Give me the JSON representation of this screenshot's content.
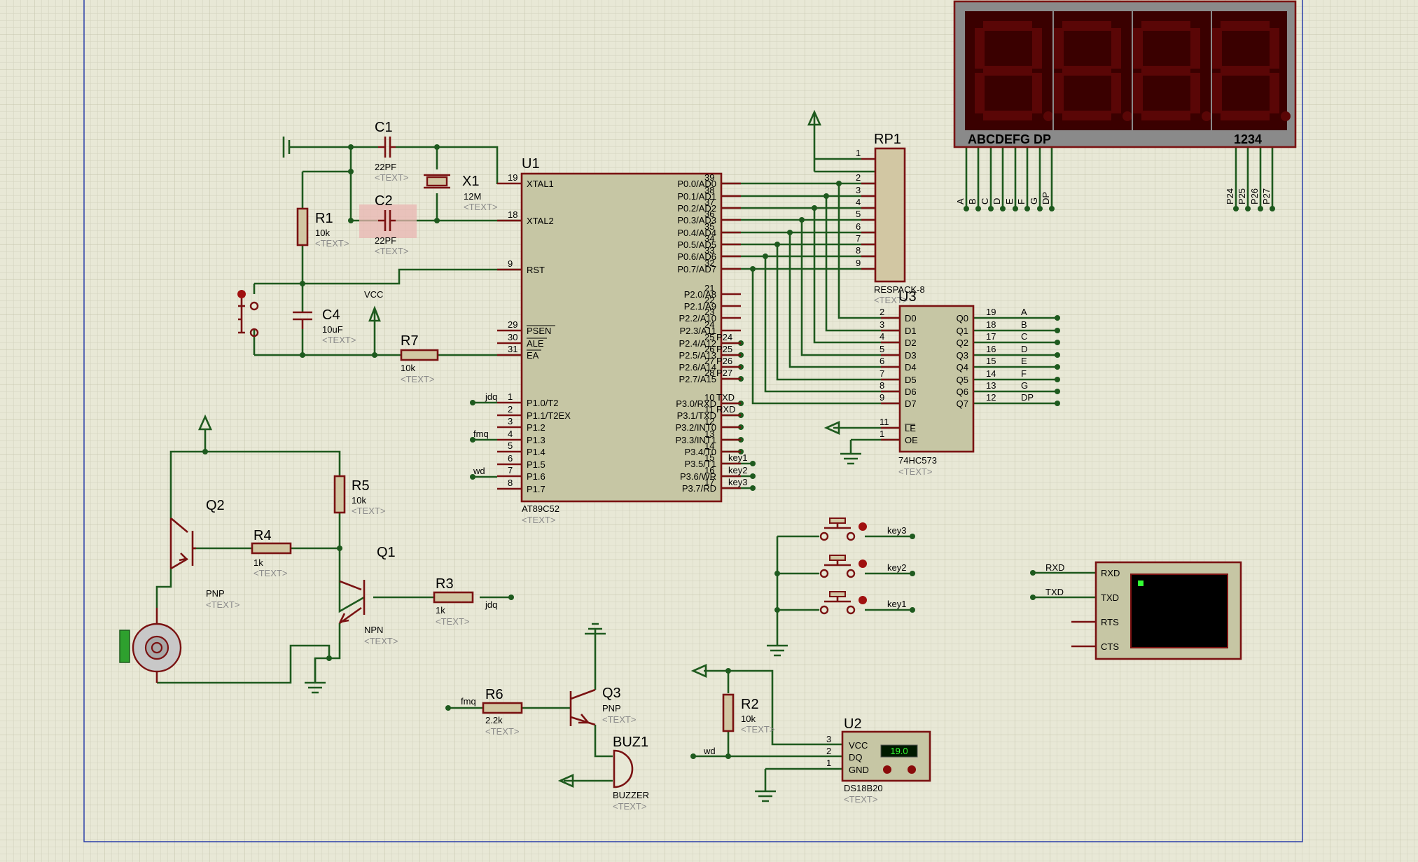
{
  "components": {
    "u1": {
      "ref": "U1",
      "part": "AT89C52",
      "text": "<TEXT>"
    },
    "c1": {
      "ref": "C1",
      "value": "22PF",
      "text": "<TEXT>"
    },
    "c2": {
      "ref": "C2",
      "value": "22PF",
      "text": "<TEXT>"
    },
    "x1": {
      "ref": "X1",
      "value": "12M",
      "text": "<TEXT>"
    },
    "r1": {
      "ref": "R1",
      "value": "10k",
      "text": "<TEXT>"
    },
    "c4": {
      "ref": "C4",
      "value": "10uF",
      "text": "<TEXT>"
    },
    "r7": {
      "ref": "R7",
      "value": "10k",
      "text": "<TEXT>"
    },
    "vcc": "VCC",
    "rp1": {
      "ref": "RP1",
      "part": "RESPACK-8",
      "text": "<TEXT>"
    },
    "u3": {
      "ref": "U3",
      "part": "74HC573",
      "text": "<TEXT>"
    },
    "q2": {
      "ref": "Q2",
      "type": "PNP",
      "text": "<TEXT>"
    },
    "r4": {
      "ref": "R4",
      "value": "1k",
      "text": "<TEXT>"
    },
    "r5": {
      "ref": "R5",
      "value": "10k",
      "text": "<TEXT>"
    },
    "q1": {
      "ref": "Q1",
      "type": "NPN",
      "text": "<TEXT>"
    },
    "r3": {
      "ref": "R3",
      "value": "1k",
      "text": "<TEXT>"
    },
    "r6": {
      "ref": "R6",
      "value": "2.2k",
      "text": "<TEXT>"
    },
    "q3": {
      "ref": "Q3",
      "type": "PNP",
      "text": "<TEXT>"
    },
    "buz1": {
      "ref": "BUZ1",
      "part": "BUZZER",
      "text": "<TEXT>"
    },
    "r2": {
      "ref": "R2",
      "value": "10k",
      "text": "<TEXT>"
    },
    "u2": {
      "ref": "U2",
      "part": "DS18B20",
      "text": "<TEXT>",
      "reading": "19.0",
      "pins": [
        "VCC",
        "DQ",
        "GND"
      ]
    },
    "display": {
      "segments": "ABCDEFG DP",
      "digits": "1234"
    },
    "terminal": {
      "pins": [
        "RXD",
        "TXD",
        "RTS",
        "CTS"
      ]
    }
  },
  "u1_pins_left": [
    {
      "num": "19",
      "name": "XTAL1"
    },
    {
      "num": "18",
      "name": "XTAL2"
    },
    {
      "num": "9",
      "name": "RST"
    },
    {
      "num": "29",
      "name": "PSEN"
    },
    {
      "num": "30",
      "name": "ALE"
    },
    {
      "num": "31",
      "name": "EA"
    },
    {
      "num": "1",
      "name": "P1.0/T2"
    },
    {
      "num": "2",
      "name": "P1.1/T2EX"
    },
    {
      "num": "3",
      "name": "P1.2"
    },
    {
      "num": "4",
      "name": "P1.3"
    },
    {
      "num": "5",
      "name": "P1.4"
    },
    {
      "num": "6",
      "name": "P1.5"
    },
    {
      "num": "7",
      "name": "P1.6"
    },
    {
      "num": "8",
      "name": "P1.7"
    }
  ],
  "u1_pins_right": [
    {
      "num": "39",
      "name": "P0.0/AD0"
    },
    {
      "num": "38",
      "name": "P0.1/AD1"
    },
    {
      "num": "37",
      "name": "P0.2/AD2"
    },
    {
      "num": "36",
      "name": "P0.3/AD3"
    },
    {
      "num": "35",
      "name": "P0.4/AD4"
    },
    {
      "num": "34",
      "name": "P0.5/AD5"
    },
    {
      "num": "33",
      "name": "P0.6/AD6"
    },
    {
      "num": "32",
      "name": "P0.7/AD7"
    },
    {
      "num": "21",
      "name": "P2.0/A8"
    },
    {
      "num": "22",
      "name": "P2.1/A9"
    },
    {
      "num": "23",
      "name": "P2.2/A10"
    },
    {
      "num": "24",
      "name": "P2.3/A11"
    },
    {
      "num": "25",
      "name": "P2.4/A12"
    },
    {
      "num": "26",
      "name": "P2.5/A13"
    },
    {
      "num": "27",
      "name": "P2.6/A14"
    },
    {
      "num": "28",
      "name": "P2.7/A15"
    },
    {
      "num": "10",
      "name": "P3.0/RXD"
    },
    {
      "num": "11",
      "name": "P3.1/TXD"
    },
    {
      "num": "12",
      "name": "P3.2/INT0"
    },
    {
      "num": "13",
      "name": "P3.3/INT1"
    },
    {
      "num": "14",
      "name": "P3.4/T0"
    },
    {
      "num": "15",
      "name": "P3.5/T1"
    },
    {
      "num": "16",
      "name": "P3.6/WR"
    },
    {
      "num": "17",
      "name": "P3.7/RD"
    }
  ],
  "u3_pins_left": [
    {
      "num": "2",
      "name": "D0"
    },
    {
      "num": "3",
      "name": "D1"
    },
    {
      "num": "4",
      "name": "D2"
    },
    {
      "num": "5",
      "name": "D3"
    },
    {
      "num": "6",
      "name": "D4"
    },
    {
      "num": "7",
      "name": "D5"
    },
    {
      "num": "8",
      "name": "D6"
    },
    {
      "num": "9",
      "name": "D7"
    },
    {
      "num": "11",
      "name": "LE"
    },
    {
      "num": "1",
      "name": "OE"
    }
  ],
  "u3_pins_right": [
    {
      "num": "19",
      "name": "Q0",
      "net": "A"
    },
    {
      "num": "18",
      "name": "Q1",
      "net": "B"
    },
    {
      "num": "17",
      "name": "Q2",
      "net": "C"
    },
    {
      "num": "16",
      "name": "Q3",
      "net": "D"
    },
    {
      "num": "15",
      "name": "Q4",
      "net": "E"
    },
    {
      "num": "14",
      "name": "Q5",
      "net": "F"
    },
    {
      "num": "13",
      "name": "Q6",
      "net": "G"
    },
    {
      "num": "12",
      "name": "Q7",
      "net": "DP"
    }
  ],
  "rp1_pins": [
    "1",
    "2",
    "3",
    "4",
    "5",
    "6",
    "7",
    "8",
    "9"
  ],
  "seg_nets": [
    "A",
    "B",
    "C",
    "D",
    "E",
    "F",
    "G",
    "DP"
  ],
  "digit_nets": [
    "P24",
    "P25",
    "P26",
    "P27"
  ],
  "u1_net_labels": [
    {
      "net": "P24"
    },
    {
      "net": "P25"
    },
    {
      "net": "P26"
    },
    {
      "net": "P27"
    },
    {
      "net": "TXD"
    },
    {
      "net": "RXD"
    },
    {
      "net": "key1"
    },
    {
      "net": "key2"
    },
    {
      "net": "key3"
    },
    {
      "net": "jdq"
    },
    {
      "net": "fmq"
    },
    {
      "net": "wd"
    }
  ],
  "keys": [
    "key3",
    "key2",
    "key1"
  ],
  "misc_nets": {
    "jdq": "jdq",
    "fmq": "fmq",
    "wd": "wd",
    "rxd": "RXD",
    "txd": "TXD"
  }
}
